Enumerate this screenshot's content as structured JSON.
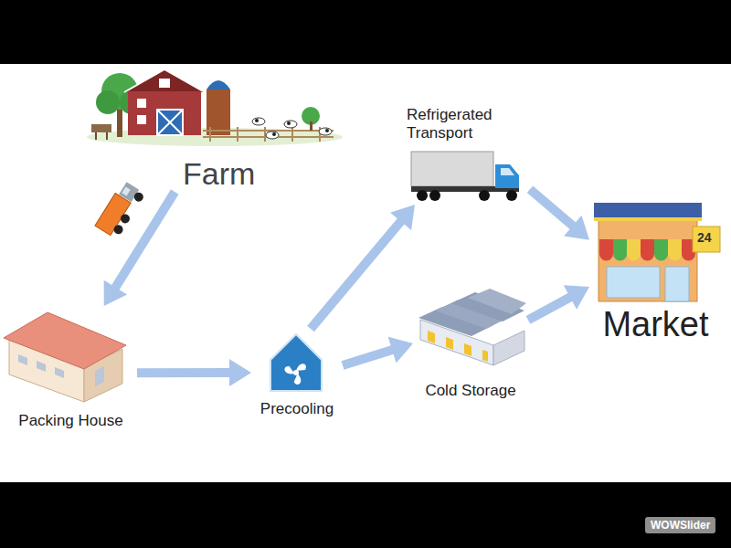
{
  "diagram": {
    "nodes": [
      {
        "text": [
          "Farm"
        ]
      },
      {
        "text": [
          "Packing House"
        ]
      },
      {
        "text": [
          "Precooling"
        ]
      },
      {
        "text": [
          "Refrigerated Transport"
        ]
      },
      {
        "text": [
          "Cold Storage"
        ]
      },
      {
        "text": [
          "Market"
        ]
      }
    ],
    "edges": [
      {
        "from": 0,
        "to": 1,
        "arrow": "to"
      },
      {
        "from": 1,
        "to": 2,
        "arrow": "to"
      },
      {
        "from": 2,
        "to": 3,
        "arrow": "to"
      },
      {
        "from": 2,
        "to": 4,
        "arrow": "to"
      },
      {
        "from": 3,
        "to": 5,
        "arrow": "to"
      },
      {
        "from": 4,
        "to": 5,
        "arrow": "to"
      }
    ],
    "labels": [
      "24",
      "WOWSlider"
    ]
  }
}
